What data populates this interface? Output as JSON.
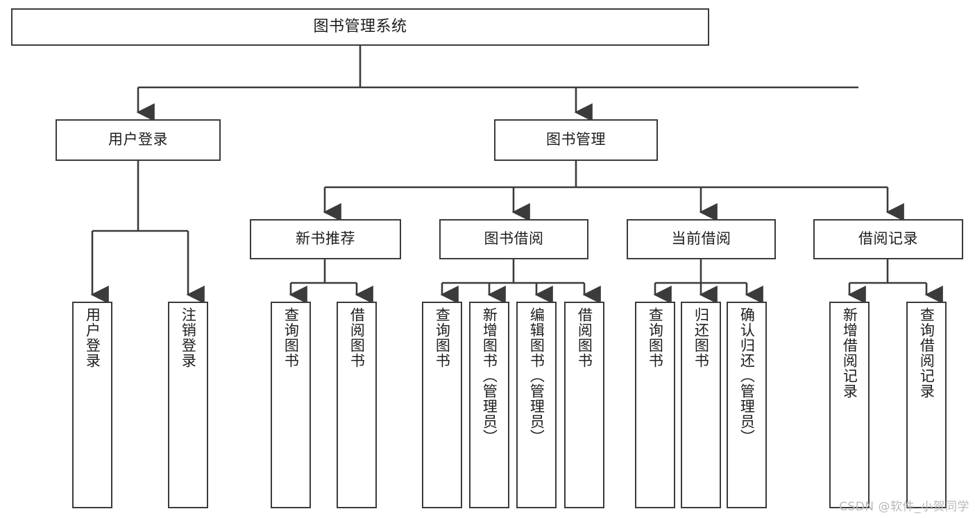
{
  "diagram": {
    "type": "tree-hierarchy-chart",
    "title": "图书管理系统",
    "colors": {
      "background": "#ffffff",
      "node_border": "#3b3b3b",
      "node_fill": "#ffffff",
      "edge": "#3b3b3b",
      "text": "#1d1d1d",
      "watermark": "#b9b9b9"
    },
    "root": {
      "label": "图书管理系统"
    },
    "level2": [
      {
        "label": "用户登录"
      },
      {
        "label": "图书管理"
      }
    ],
    "level3": [
      {
        "label": "新书推荐"
      },
      {
        "label": "图书借阅"
      },
      {
        "label": "当前借阅"
      },
      {
        "label": "借阅记录"
      }
    ],
    "leaves": {
      "user_login": [
        {
          "label": "用户登录"
        },
        {
          "label": "注销登录"
        }
      ],
      "new_book_recommend": [
        {
          "label": "查询图书"
        },
        {
          "label": "借阅图书"
        }
      ],
      "book_borrow": [
        {
          "label": "查询图书"
        },
        {
          "label": "新增图书（管理员）"
        },
        {
          "label": "编辑图书（管理员）"
        },
        {
          "label": "借阅图书"
        }
      ],
      "current_borrow": [
        {
          "label": "查询图书"
        },
        {
          "label": "归还图书"
        },
        {
          "label": "确认归还（管理员）"
        }
      ],
      "borrow_record": [
        {
          "label": "新增借阅记录"
        },
        {
          "label": "查询借阅记录"
        }
      ]
    }
  },
  "watermark": {
    "text": "CSDN @软件_小贺同学"
  }
}
